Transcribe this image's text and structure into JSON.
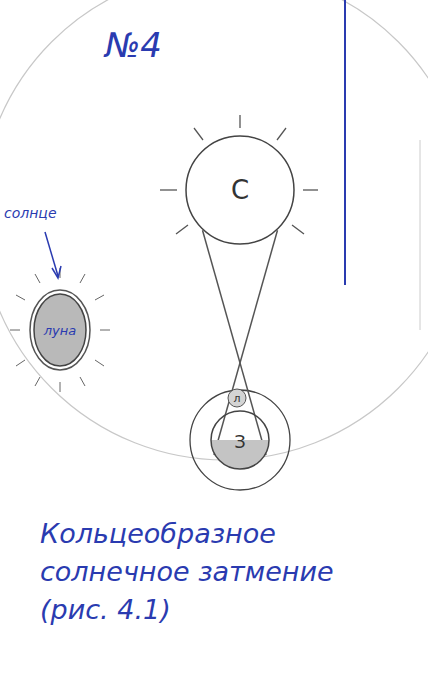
{
  "diagram": {
    "title": "№4",
    "caption": "Кольцеобразное солнечное затмение (рис. 4.1)",
    "nodes": [
      {
        "text": [
          "С"
        ]
      },
      {
        "text": [
          "луна"
        ]
      },
      {
        "text": [
          "л"
        ]
      },
      {
        "text": [
          "З"
        ]
      }
    ],
    "edges": [
      {
        "from": 0,
        "to": 3,
        "arrow": "none"
      },
      {
        "from": 0,
        "to": 3,
        "arrow": "none"
      }
    ],
    "labels": [
      "солнце"
    ]
  }
}
